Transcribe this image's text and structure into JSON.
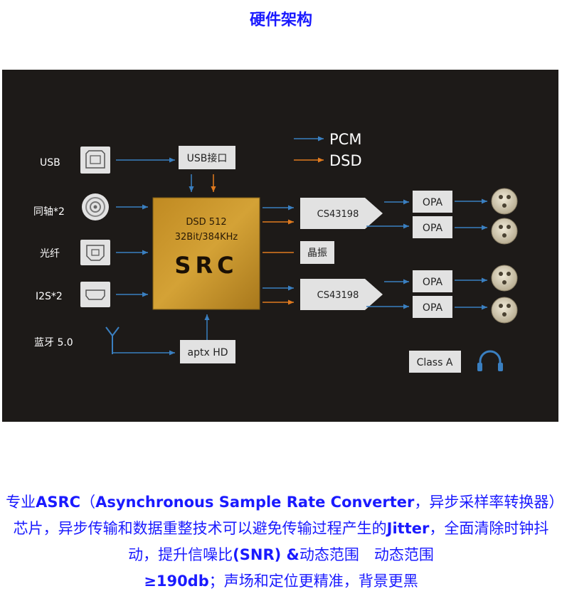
{
  "title": "硬件架构",
  "diagram": {
    "legend": {
      "pcm": "PCM",
      "dsd": "DSD"
    },
    "inputs": {
      "usb": "USB",
      "coax": "同轴*2",
      "optical": "光纤",
      "i2s": "I2S*2",
      "bluetooth": "蓝牙 5.0"
    },
    "usb_interface": "USB接口",
    "src": {
      "line1": "DSD 512",
      "line2": "32Bit/384KHz",
      "line3": "SRC"
    },
    "dac_top": "CS43198",
    "dac_bottom": "CS43198",
    "crystal": "晶振",
    "opa_1": "OPA",
    "opa_2": "OPA",
    "opa_3": "OPA",
    "opa_4": "OPA",
    "aptx": "aptx  HD",
    "class_a": "Class A",
    "colors": {
      "pcm": "#3a7fc0",
      "dsd": "#e07a1f",
      "src": "#c89428",
      "box": "#e2e2e2",
      "background": "#1d1a18"
    }
  },
  "description": {
    "p1": "专业",
    "p2": "ASRC",
    "p3": "（",
    "p4": "Asynchronous Sample Rate Converter",
    "p5": "，异步采样率转换器）芯片，异步传输和数据重整技术可以避免传输过程产生的",
    "p6": "Jitter",
    "p7": "，全面清除时钟抖动，提升信噪比",
    "p8": "(SNR) &",
    "p9": "动态范围　动态范围",
    "p10": "≥190db",
    "p11": "；声场和定位更精准，背景更黑"
  }
}
